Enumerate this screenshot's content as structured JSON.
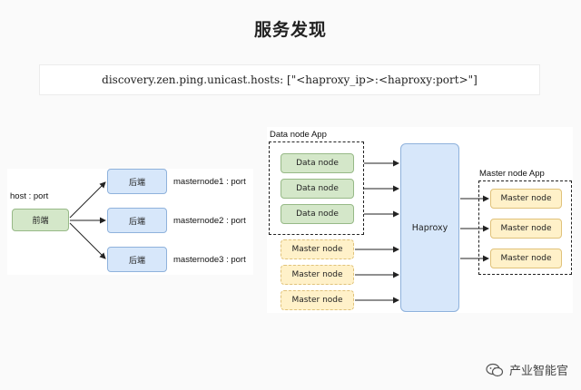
{
  "title": "服务发现",
  "config_line": "discovery.zen.ping.unicast.hosts: [\"<haproxy_ip>:<haproxy:port>\"]",
  "left_diagram": {
    "host_label": "host : port",
    "frontend": "前端",
    "backends": [
      "后端",
      "后端",
      "后端"
    ],
    "masternodes": [
      "masternode1 : port",
      "masternode2 : port",
      "masternode3 : port"
    ]
  },
  "right_diagram": {
    "data_group_label": "Data node App",
    "data_nodes": [
      "Data node",
      "Data node",
      "Data node"
    ],
    "master_nodes_left": [
      "Master node",
      "Master node",
      "Master node"
    ],
    "haproxy": "Haproxy",
    "master_group_label": "Master node App",
    "master_nodes_right": [
      "Master node",
      "Master node",
      "Master node"
    ]
  },
  "footer": {
    "text": "产业智能官",
    "icon": "wechat-icon"
  },
  "colors": {
    "green_fill": "#d4e7c9",
    "blue_fill": "#d7e7fa",
    "yellow_fill": "#fff1c9"
  }
}
